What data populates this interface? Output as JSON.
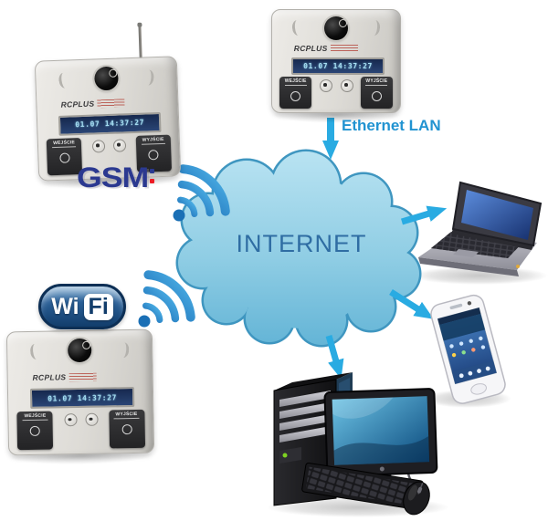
{
  "diagram": {
    "internet_label": "INTERNET",
    "ethernet_label": "Ethernet LAN",
    "gsm_label": "GSM",
    "wifi_label": {
      "wi": "Wi",
      "fi": "Fi"
    },
    "devices": [
      {
        "name": "gsm-recorder",
        "connectivity": "GSM",
        "has_antenna": true,
        "brand": "RCPLUS",
        "display": "01.07 14:37:27",
        "left_button": "WEJŚCIE",
        "right_button": "WYJŚCIE"
      },
      {
        "name": "ethernet-recorder",
        "connectivity": "Ethernet LAN",
        "has_antenna": false,
        "brand": "RCPLUS",
        "display": "01.07 14:37:27",
        "left_button": "WEJŚCIE",
        "right_button": "WYJŚCIE"
      },
      {
        "name": "wifi-recorder",
        "connectivity": "Wi-Fi",
        "has_antenna": false,
        "brand": "RCPLUS",
        "display": "01.07 14:37:27",
        "left_button": "WEJŚCIE",
        "right_button": "WYJŚCIE"
      }
    ],
    "endpoints": [
      "laptop",
      "smartphone",
      "desktop-computer"
    ],
    "connections": [
      {
        "from": "gsm-recorder",
        "to": "INTERNET",
        "via": "GSM"
      },
      {
        "from": "ethernet-recorder",
        "to": "INTERNET",
        "via": "Ethernet LAN"
      },
      {
        "from": "wifi-recorder",
        "to": "INTERNET",
        "via": "Wi-Fi"
      },
      {
        "from": "INTERNET",
        "to": "laptop"
      },
      {
        "from": "INTERNET",
        "to": "smartphone"
      },
      {
        "from": "INTERNET",
        "to": "desktop-computer"
      }
    ],
    "colors": {
      "arrow_blue": "#29abe2",
      "cloud_fill_top": "#b3e0f0",
      "cloud_fill_bottom": "#66b5d6",
      "cloud_outline": "#3f96c0",
      "internet_text": "#2f6da3",
      "ethernet_text": "#2193d1",
      "gsm_logo_blue": "#2b3990",
      "gsm_logo_red": "#ed1c24",
      "wifi_badge_blue": "#123d6b",
      "signal_icon_blue": "#1f86cf"
    }
  }
}
